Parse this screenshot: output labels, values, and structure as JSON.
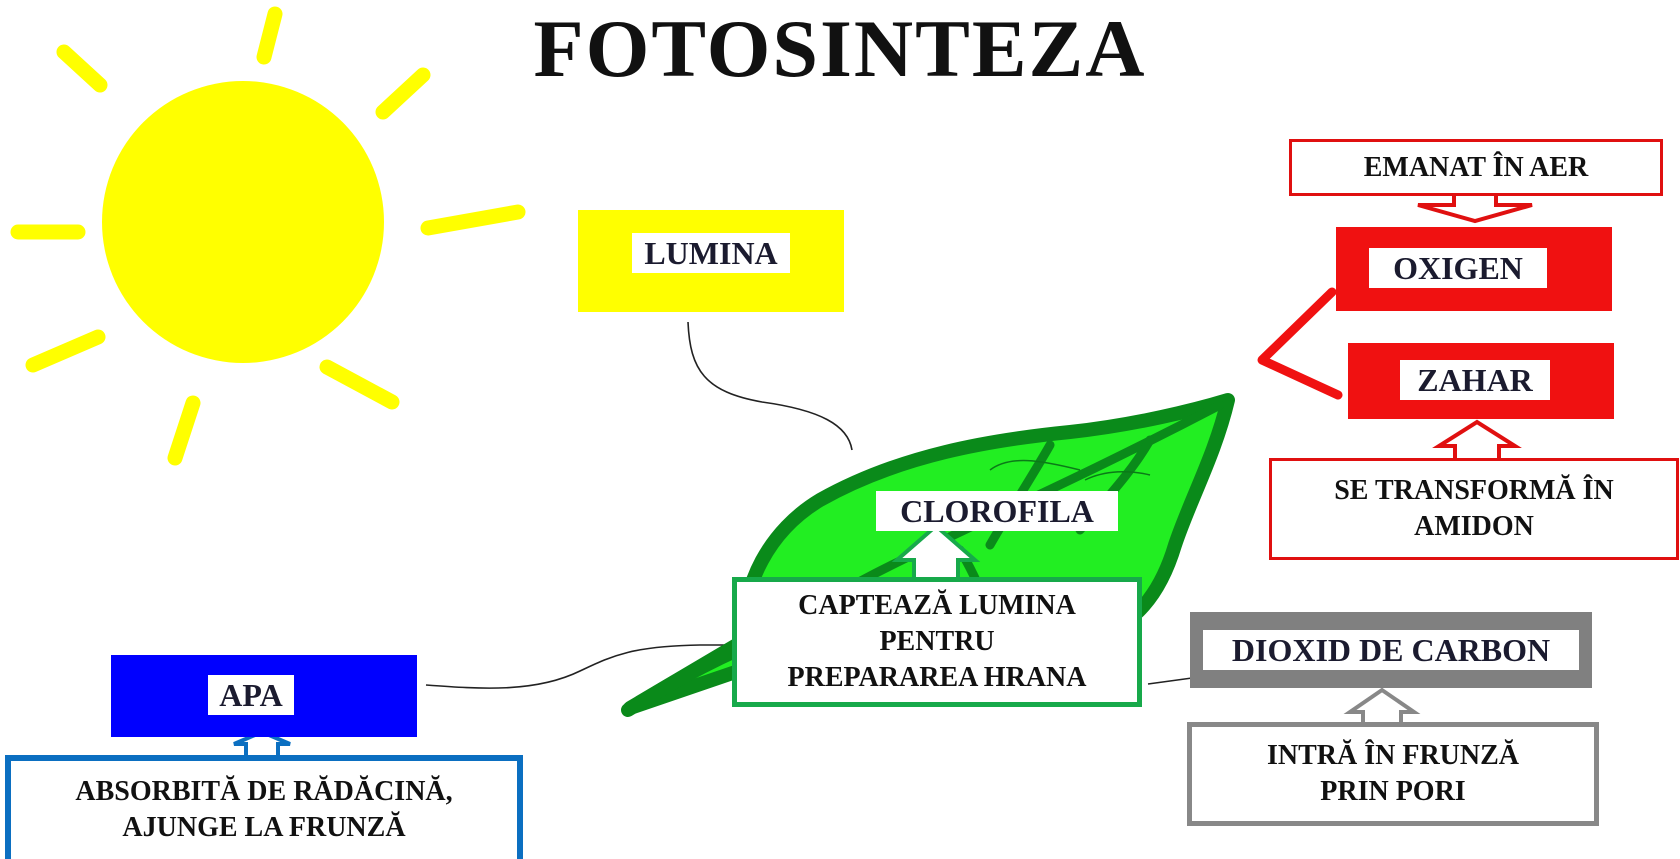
{
  "title": "FOTOSINTEZA",
  "colors": {
    "sun": "#ffff00",
    "leaf_fill": "#22ee22",
    "leaf_outline": "#0a8a1a",
    "lumina": "#ffff00",
    "apa": "#0000ff",
    "apa_note_border": "#0b6fc1",
    "clorofila_note_border": "#17a94a",
    "oxigen": "#f01111",
    "zahar": "#f01111",
    "red_note_border": "#e01010",
    "dioxid": "#808080",
    "dioxid_note_border": "#888888"
  },
  "icons": [
    "sun-icon",
    "leaf-icon"
  ],
  "labels": {
    "lumina": "LUMINA",
    "clorofila": "CLOROFILA",
    "apa": "APA",
    "oxigen": "OXIGEN",
    "zahar": "ZAHAR",
    "dioxid": "DIOXID DE CARBON"
  },
  "notes": {
    "clorofila": [
      "CAPTEAZĂ LUMINA",
      "PENTRU",
      "PREPARAREA HRANA"
    ],
    "apa": [
      "ABSORBITĂ DE RĂDĂCINĂ,",
      "AJUNGE LA FRUNZĂ"
    ],
    "dioxid": [
      "INTRĂ ÎN FRUNZĂ",
      "PRIN PORI"
    ],
    "oxigen": [
      "EMANAT ÎN AER"
    ],
    "zahar": [
      "SE TRANSFORMĂ ÎN",
      "AMIDON"
    ]
  }
}
